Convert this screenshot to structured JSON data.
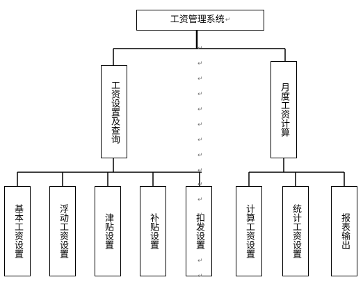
{
  "root": {
    "label": "工资管理系统"
  },
  "groups": [
    {
      "label": "工资设置及查询"
    },
    {
      "label": "月度工资计算"
    }
  ],
  "leaves_left": [
    {
      "label": "基本工资设置"
    },
    {
      "label": "浮动工资设置"
    },
    {
      "label": "津贴设置"
    },
    {
      "label": "补贴设置"
    },
    {
      "label": "扣发设置"
    }
  ],
  "leaves_right": [
    {
      "label": "计算工资设置"
    },
    {
      "label": "统计工资设置"
    },
    {
      "label": "报表输出"
    }
  ],
  "paragraph_mark": "↵"
}
